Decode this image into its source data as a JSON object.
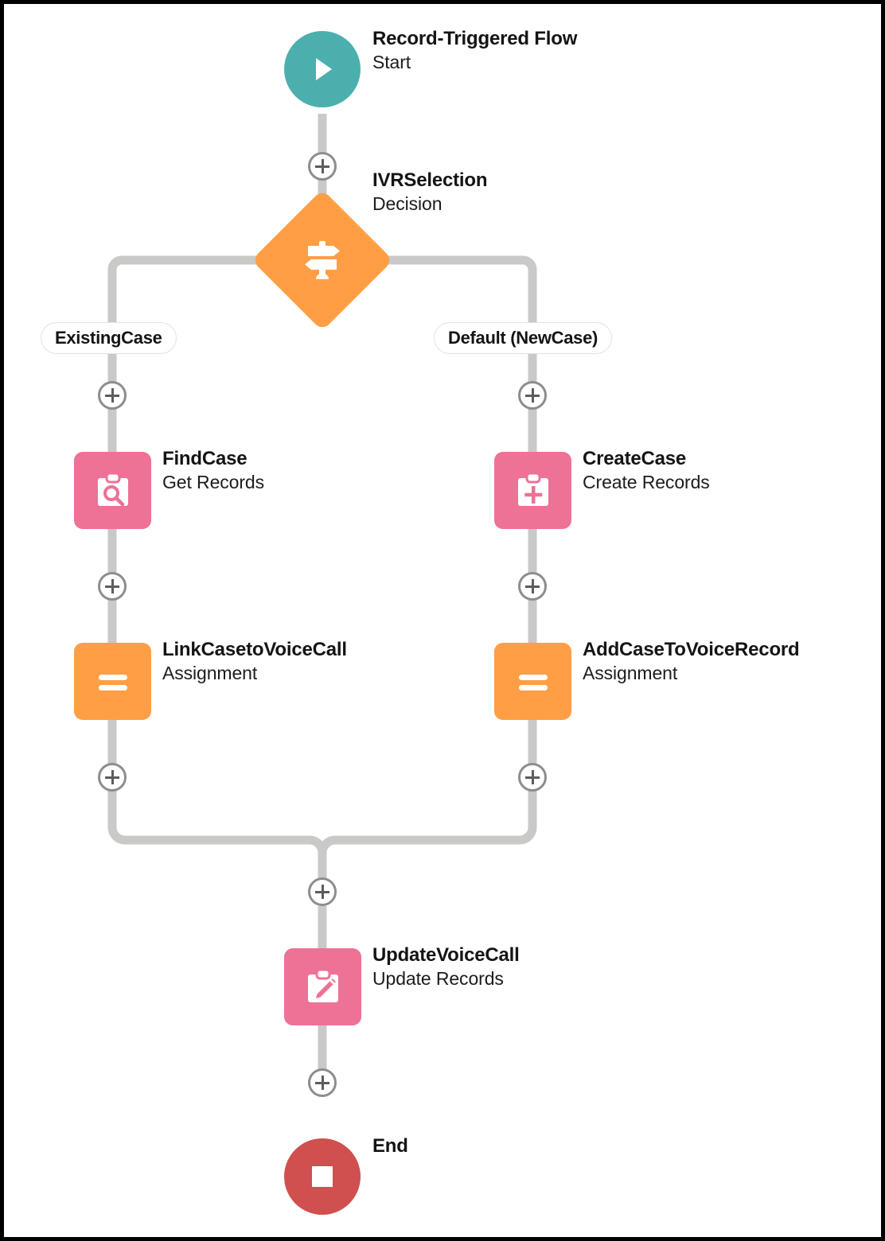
{
  "diagram": {
    "type": "salesforce-flow-builder",
    "title": "Record-Triggered Flow",
    "colors": {
      "start": "#4BB0AD",
      "decision": "#FF9E45",
      "records": "#ED7295",
      "assignment": "#FF9E45",
      "end": "#D04F4F",
      "connector": "#C9C9C7",
      "plus_border": "#8D8D8D",
      "text": "#131416"
    },
    "nodes": [
      {
        "id": "start",
        "title": "Record-Triggered Flow",
        "subtitle": "Start",
        "icon": "play-icon",
        "shape": "circle",
        "color": "#4BB0AD"
      },
      {
        "id": "ivr-selection",
        "title": "IVRSelection",
        "subtitle": "Decision",
        "icon": "signpost-icon",
        "shape": "diamond",
        "color": "#FF9E45"
      },
      {
        "id": "find-case",
        "title": "FindCase",
        "subtitle": "Get Records",
        "icon": "clipboard-search-icon",
        "shape": "rounded-square",
        "color": "#ED7295"
      },
      {
        "id": "create-case",
        "title": "CreateCase",
        "subtitle": "Create Records",
        "icon": "clipboard-plus-icon",
        "shape": "rounded-square",
        "color": "#ED7295"
      },
      {
        "id": "link-case-to-voice-call",
        "title": "LinkCasetoVoiceCall",
        "subtitle": "Assignment",
        "icon": "equals-icon",
        "shape": "rounded-square",
        "color": "#FF9E45"
      },
      {
        "id": "add-case-to-voice-record",
        "title": "AddCaseToVoiceRecord",
        "subtitle": "Assignment",
        "icon": "equals-icon",
        "shape": "rounded-square",
        "color": "#FF9E45"
      },
      {
        "id": "update-voice-call",
        "title": "UpdateVoiceCall",
        "subtitle": "Update Records",
        "icon": "clipboard-pencil-icon",
        "shape": "rounded-square",
        "color": "#ED7295"
      },
      {
        "id": "end",
        "title": "End",
        "subtitle": "",
        "icon": "stop-square-icon",
        "shape": "circle",
        "color": "#D04F4F"
      }
    ],
    "branches": [
      {
        "id": "left-branch",
        "label": "ExistingCase"
      },
      {
        "id": "right-branch",
        "label": "Default (NewCase)"
      }
    ],
    "connectors": [
      {
        "id": "start-to-decision",
        "label": "+"
      },
      {
        "id": "existing-case-to-find-case",
        "label": "+"
      },
      {
        "id": "default-to-create-case",
        "label": "+"
      },
      {
        "id": "find-case-to-link",
        "label": "+"
      },
      {
        "id": "create-case-to-add",
        "label": "+"
      },
      {
        "id": "link-to-merge",
        "label": "+"
      },
      {
        "id": "add-to-merge",
        "label": "+"
      },
      {
        "id": "merge-to-update",
        "label": "+"
      },
      {
        "id": "update-to-end",
        "label": "+"
      }
    ]
  }
}
